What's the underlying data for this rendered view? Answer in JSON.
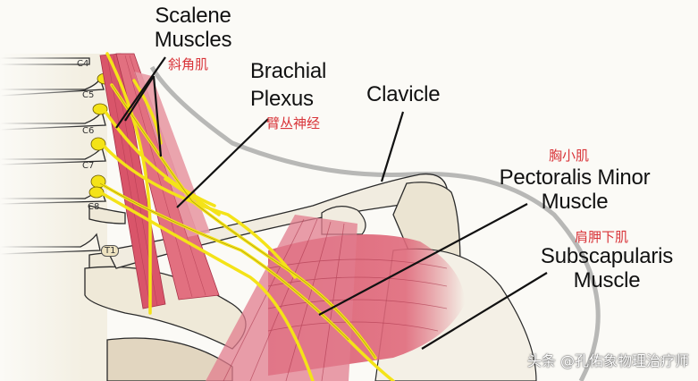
{
  "diagram": {
    "subject": "Brachial plexus and scalene muscles anatomy",
    "labels": {
      "scalene": {
        "line1": "Scalene",
        "line2": "Muscles",
        "cn": "斜角肌"
      },
      "brachial": {
        "line1": "Brachial",
        "line2": "Plexus",
        "cn": "臂丛神经"
      },
      "clavicle": {
        "line1": "Clavicle"
      },
      "pectoralis": {
        "line1": "Pectoralis Minor",
        "line2": "Muscle",
        "cn": "胸小肌"
      },
      "subscapularis": {
        "line1": "Subscapularis",
        "line2": "Muscle",
        "cn": "肩胛下肌"
      }
    },
    "vertebrae": [
      "C4",
      "C5",
      "C6",
      "C7",
      "C8",
      "T1"
    ],
    "watermark": "头条 @孔佑象物理治疗师",
    "colors": {
      "muscle": "#d9556a",
      "muscle_light": "#ee9aa6",
      "nerve": "#f4e318",
      "bone": "#efe9d8",
      "outline": "#2a2a2a",
      "cn_label": "#d9353a",
      "background": "#fbfaf6"
    }
  }
}
